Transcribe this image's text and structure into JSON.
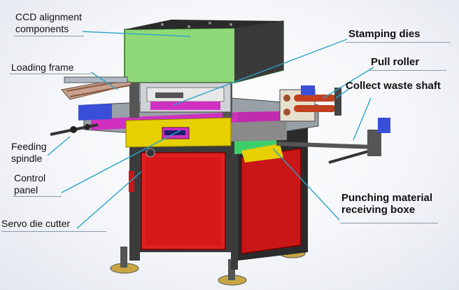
{
  "labels": {
    "ccd_line1": "CCD alignment",
    "ccd_line2": "components",
    "loading_frame": "Loading frame",
    "feeding_line1": "Feeding",
    "feeding_line2": "spindle",
    "control_line1": "Control",
    "control_line2": "panel",
    "servo": "Servo die cutter",
    "stamping": "Stamping dies",
    "pull_roller": "Pull roller",
    "waste_shaft": "Collect waste shaft",
    "punch_line1": "Punching material",
    "punch_line2": "receiving boxe"
  },
  "colors": {
    "top_box": "#8fd878",
    "frame": "#3b3b3b",
    "cabinet": "#e02020",
    "panel_yellow": "#e6d000",
    "magenta": "#d030c0",
    "blue": "#3a4fd8",
    "leader_line": "#2aa3c8"
  }
}
